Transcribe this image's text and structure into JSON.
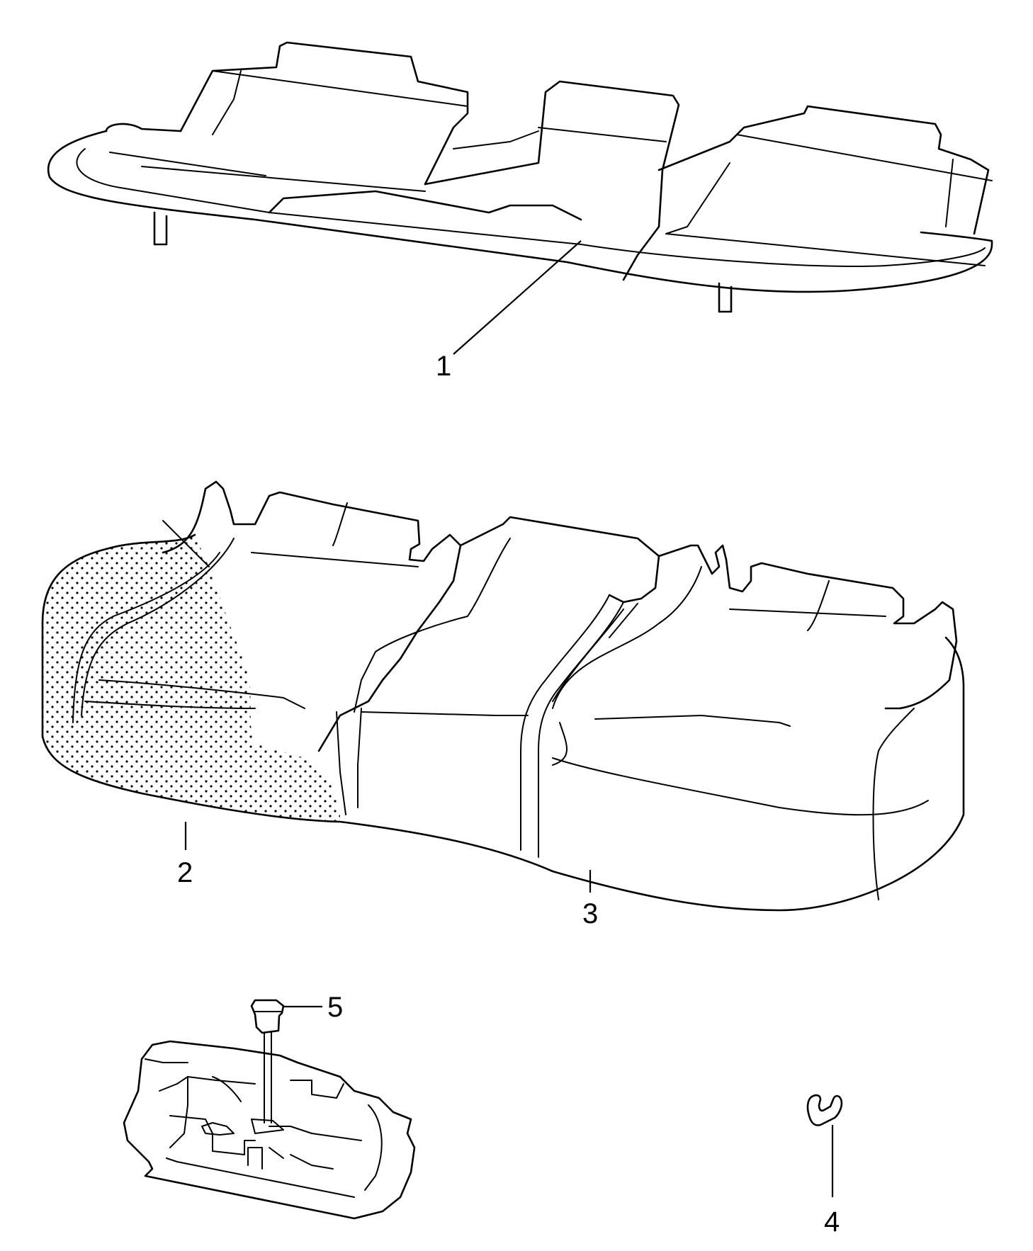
{
  "parts": [
    {
      "id": "part-1",
      "label": "1",
      "name": "seat-frame"
    },
    {
      "id": "part-2",
      "label": "2",
      "name": "seat-foam-padding"
    },
    {
      "id": "part-3",
      "label": "3",
      "name": "seat-cover"
    },
    {
      "id": "part-4",
      "label": "4",
      "name": "wire-hook"
    },
    {
      "id": "part-5",
      "label": "5",
      "name": "clip"
    }
  ],
  "colors": {
    "line": "#000000",
    "background": "#ffffff"
  }
}
